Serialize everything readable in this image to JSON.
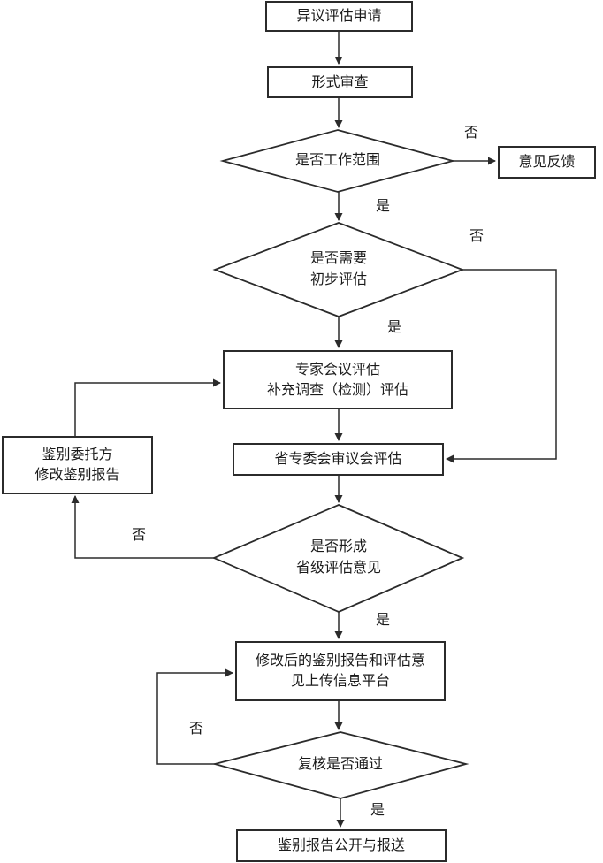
{
  "diagram": {
    "background_color": "#ffffff",
    "line_color": "#2b2b2b",
    "text_color": "#1a1a1a",
    "branch_labels": {
      "yes": "是",
      "no": "否"
    },
    "nodes": {
      "application": {
        "label": "异议评估申请"
      },
      "formal_review": {
        "label": "形式审查"
      },
      "scope_decision": {
        "label": "是否工作范围"
      },
      "feedback": {
        "label": "意见反馈"
      },
      "preliminary_decision": {
        "lines": [
          "是否需要",
          "初步评估"
        ]
      },
      "expert_meeting": {
        "lines": [
          "专家会议评估",
          "补充调查（检测）评估"
        ]
      },
      "client_revise": {
        "lines": [
          "鉴别委托方",
          "修改鉴别报告"
        ]
      },
      "provincial_review": {
        "label": "省专委会审议会评估"
      },
      "opinion_decision": {
        "lines": [
          "是否形成",
          "省级评估意见"
        ]
      },
      "upload_platform": {
        "lines": [
          "修改后的鉴别报告和评估意",
          "见上传信息平台"
        ]
      },
      "recheck_decision": {
        "label": "复核是否通过"
      },
      "publish": {
        "label": "鉴别报告公开与报送"
      }
    }
  }
}
